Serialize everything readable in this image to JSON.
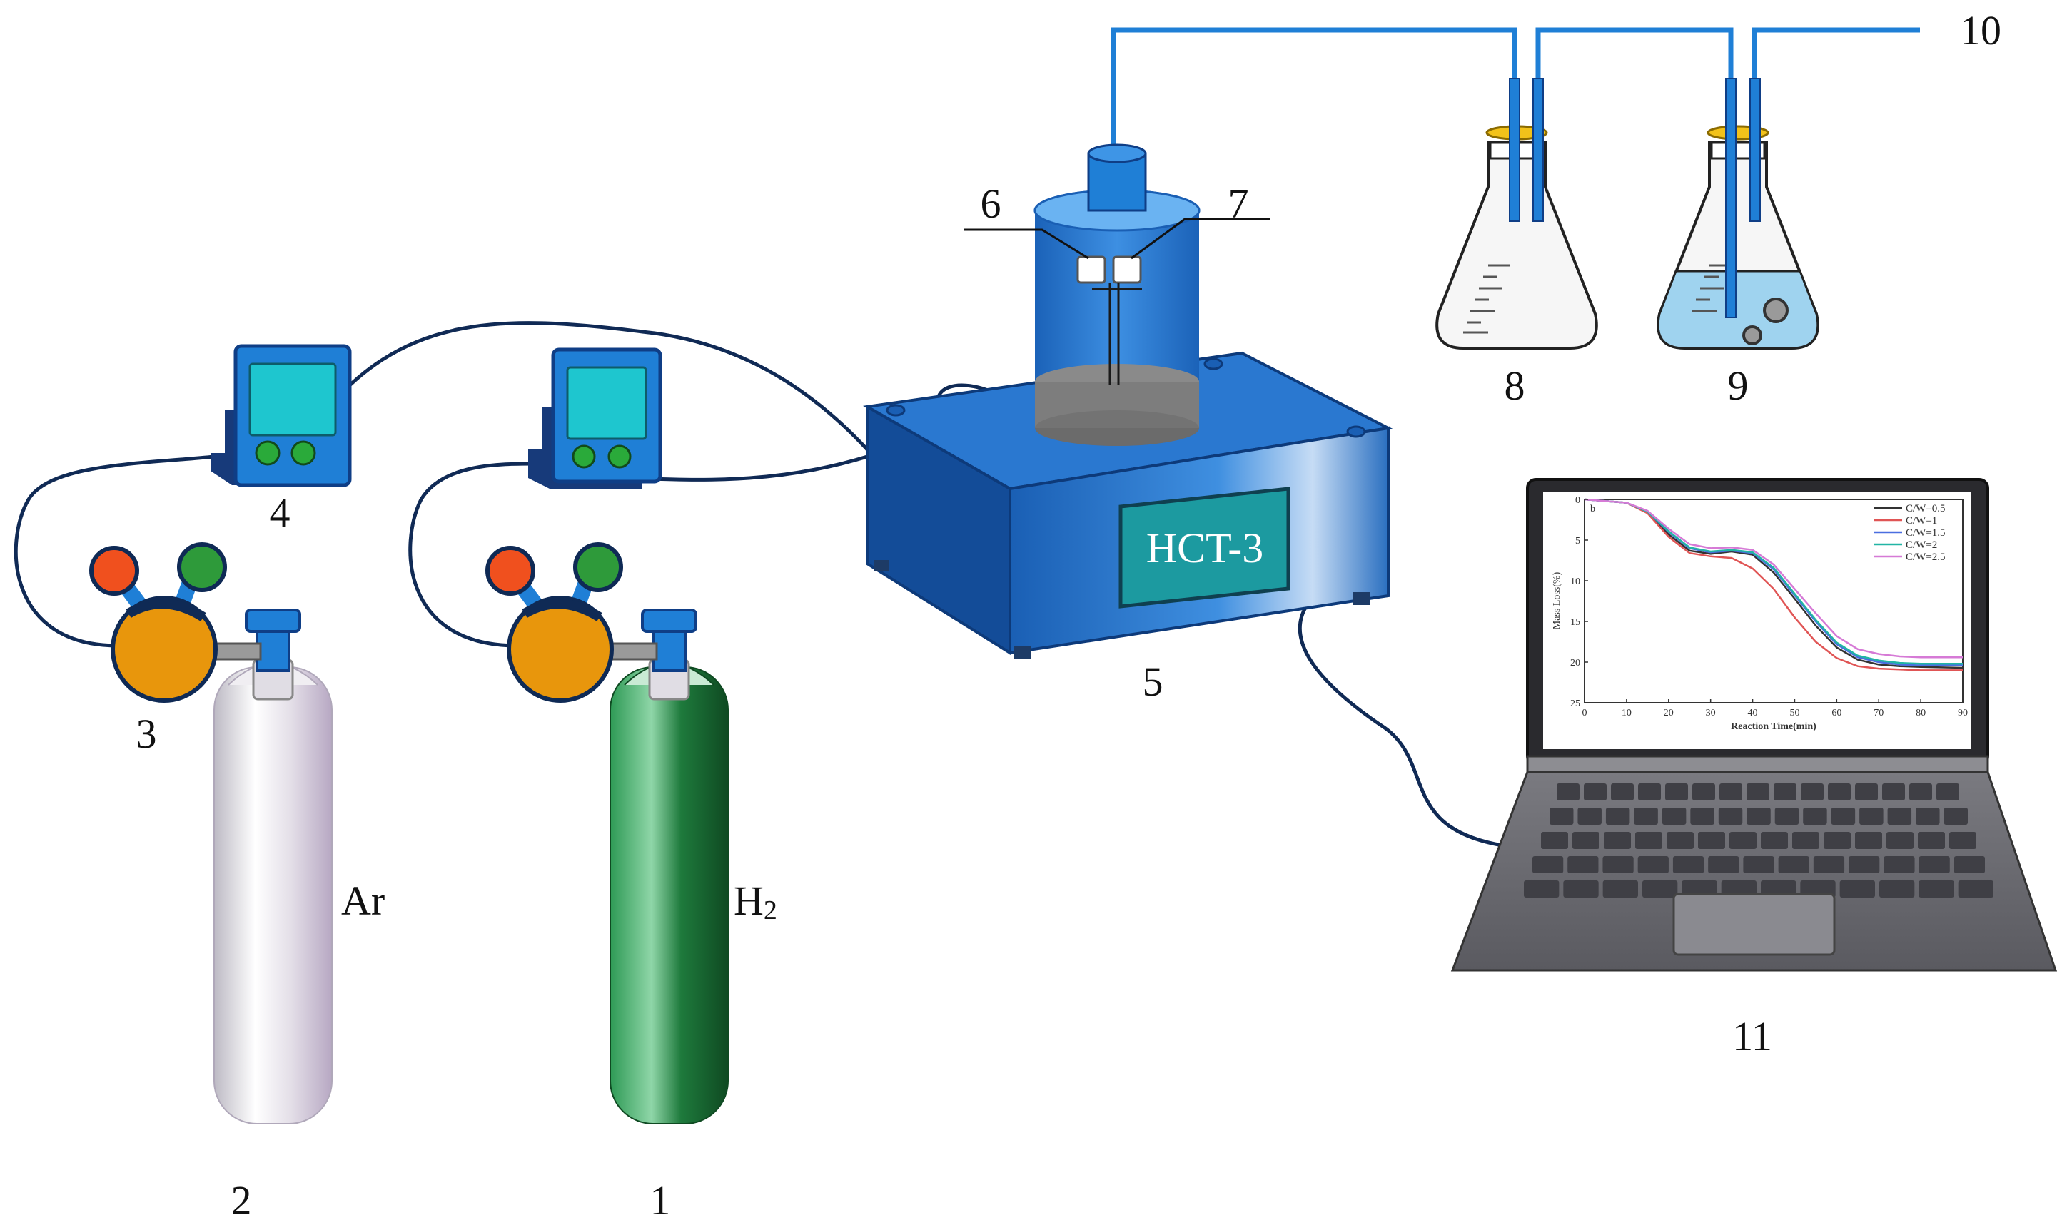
{
  "labels": {
    "h2_cylinder": "1",
    "ar_cylinder": "2",
    "regulator": "3",
    "flowmeter": "4",
    "furnace": "5",
    "thermocouple_a": "6",
    "thermocouple_b": "7",
    "empty_flask": "8",
    "wash_flask": "9",
    "exhaust": "10",
    "computer": "11"
  },
  "gases": {
    "ar": "Ar",
    "h2_main": "H",
    "h2_sub": "2"
  },
  "furnace_panel": "HCT-3",
  "colors": {
    "tube": "#1f7fd6",
    "furnace_body": "#1a5fb4",
    "panel": "#1c9aa0",
    "regulator": "#e8960c",
    "knob_red": "#f0501e",
    "knob_green": "#2e9a3a",
    "h2_cylinder": "#1e7a3c",
    "ar_cylinder": "#d8d4dc",
    "laptop": "#6e6e74"
  },
  "screen_plot": {
    "panel_letter": "b",
    "ylabel": "Mass Loss(%)",
    "xlabel": "Reaction Time(min)",
    "xticks": [
      "0",
      "10",
      "20",
      "30",
      "40",
      "50",
      "60",
      "70",
      "80",
      "90"
    ],
    "yticks": [
      "0",
      "5",
      "10",
      "15",
      "20",
      "25"
    ],
    "xlim": [
      0,
      90
    ],
    "ylim": [
      0,
      25
    ],
    "series": [
      {
        "name": "C/W=0.5",
        "color": "#333333",
        "x": [
          0,
          10,
          15,
          20,
          25,
          30,
          35,
          40,
          45,
          50,
          55,
          60,
          65,
          70,
          75,
          80,
          90
        ],
        "y": [
          0,
          0.4,
          1.6,
          4.3,
          6.3,
          6.7,
          6.4,
          6.8,
          9.0,
          12.2,
          15.5,
          18.2,
          19.7,
          20.3,
          20.5,
          20.6,
          20.7
        ]
      },
      {
        "name": "C/W=1",
        "color": "#e05555",
        "x": [
          0,
          10,
          15,
          20,
          25,
          30,
          35,
          40,
          45,
          50,
          55,
          60,
          65,
          70,
          75,
          80,
          90
        ],
        "y": [
          0,
          0.4,
          1.7,
          4.6,
          6.6,
          7.0,
          7.2,
          8.5,
          11.0,
          14.5,
          17.5,
          19.5,
          20.5,
          20.8,
          20.9,
          21.0,
          21.0
        ]
      },
      {
        "name": "C/W=1.5",
        "color": "#4a6ee0",
        "x": [
          0,
          10,
          15,
          20,
          25,
          30,
          35,
          40,
          45,
          50,
          55,
          60,
          65,
          70,
          75,
          80,
          90
        ],
        "y": [
          0,
          0.4,
          1.5,
          4.0,
          6.0,
          6.5,
          6.3,
          6.6,
          8.6,
          11.8,
          15.0,
          17.8,
          19.4,
          20.0,
          20.3,
          20.4,
          20.4
        ]
      },
      {
        "name": "C/W=2",
        "color": "#22b5a5",
        "x": [
          0,
          10,
          15,
          20,
          25,
          30,
          35,
          40,
          45,
          50,
          55,
          60,
          65,
          70,
          75,
          80,
          90
        ],
        "y": [
          0,
          0.4,
          1.5,
          3.9,
          5.9,
          6.4,
          6.2,
          6.5,
          8.4,
          11.6,
          14.8,
          17.6,
          19.2,
          19.8,
          20.1,
          20.2,
          20.2
        ]
      },
      {
        "name": "C/W=2.5",
        "color": "#d67ad6",
        "x": [
          0,
          10,
          15,
          20,
          25,
          30,
          35,
          40,
          45,
          50,
          55,
          60,
          65,
          70,
          75,
          80,
          90
        ],
        "y": [
          0,
          0.4,
          1.4,
          3.6,
          5.5,
          6.0,
          5.9,
          6.2,
          8.0,
          11.0,
          14.0,
          16.8,
          18.4,
          19.0,
          19.3,
          19.4,
          19.4
        ]
      }
    ]
  }
}
